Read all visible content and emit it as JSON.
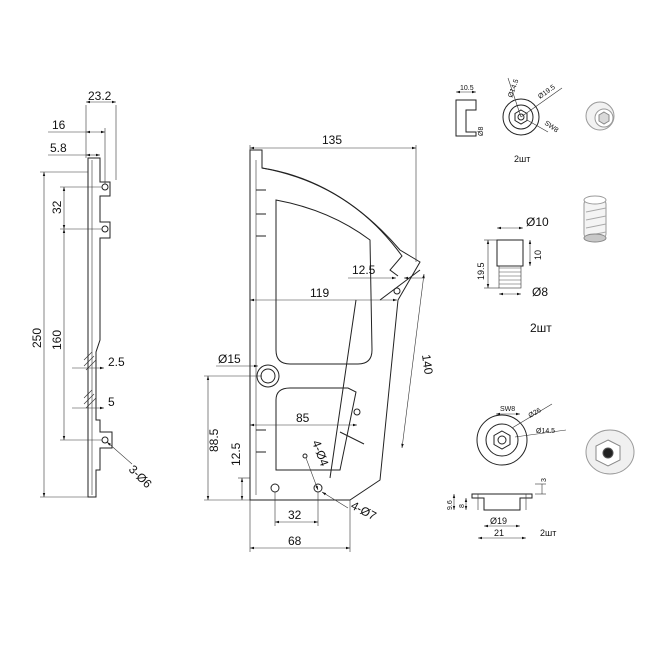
{
  "side_view": {
    "d_23_2": "23.2",
    "d_16": "16",
    "d_5_8": "5.8",
    "d_32": "32",
    "d_250": "250",
    "d_160": "160",
    "d_2_5": "2.5",
    "d_5": "5",
    "d_3_phi6": "3-Ø6"
  },
  "front_view": {
    "d_135": "135",
    "d_12_5_top": "12.5",
    "d_119": "119",
    "d_phi15": "Ø15",
    "d_140": "140",
    "d_85": "85",
    "d_88_5": "88.5",
    "d_12_5_bottom": "12.5",
    "d_4_phi4": "4-Ø4",
    "d_32": "32",
    "d_4_phi7": "4-Ø7",
    "d_68": "68"
  },
  "cap_part": {
    "d_10_5": "10.5",
    "d_phi14_5": "Ø14.5",
    "d_phi19_5": "Ø19.5",
    "d_sw8": "SW8",
    "d_phi8": "Ø8",
    "qty": "2шт"
  },
  "sleeve_part": {
    "d_phi10": "Ø10",
    "d_19_5": "19.5",
    "d_10": "10",
    "d_phi8": "Ø8",
    "qty": "2шт"
  },
  "nut_part": {
    "d_sw8": "SW8",
    "d_phi26": "Ø26",
    "d_phi14_5": "Ø14.5",
    "d_3": "3",
    "d_9_6": "9.6",
    "d_8": "8",
    "d_phi19": "Ø19",
    "d_21": "21",
    "qty": "2шт"
  },
  "icons": [
    "cap-3d-icon",
    "sleeve-3d-icon",
    "nut-3d-icon"
  ]
}
